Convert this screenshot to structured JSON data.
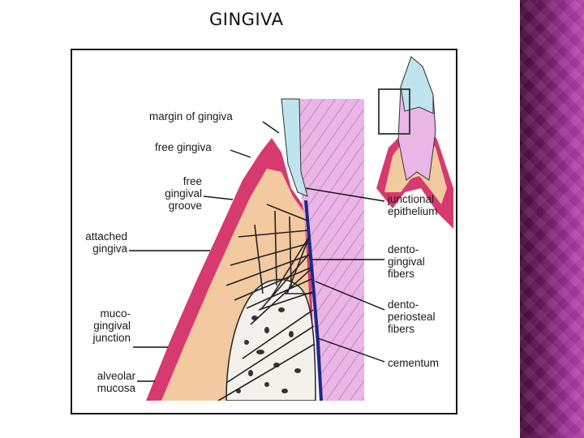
{
  "title": "GINGIVA",
  "labels": {
    "margin_of_gingiva": "margin of gingiva",
    "free_gingiva": "free gingiva",
    "free_gingival_groove": "free\ngingival\ngroove",
    "attached_gingiva": "attached\ngingiva",
    "mucogingival_junction": "muco-\ngingival\njunction",
    "alveolar_mucosa": "alveolar\nmucosa",
    "junctional_epithelium": "junctional\nepithelium",
    "dentogingival_fibers": "dento-\ngingival\nfibers",
    "dentoperiosteal_fibers": "dento-\nperiosteal\nfibers",
    "cementum": "cementum"
  },
  "colors": {
    "gingiva_pink": "#d63a6e",
    "connective_tan": "#f3caa0",
    "bone_white": "#f4f1ec",
    "tooth_lilac": "#e9b6e6",
    "enamel_blue": "#bfe4ee",
    "cementum_navy": "#1a2a8a",
    "side_band": "#7a2470"
  }
}
